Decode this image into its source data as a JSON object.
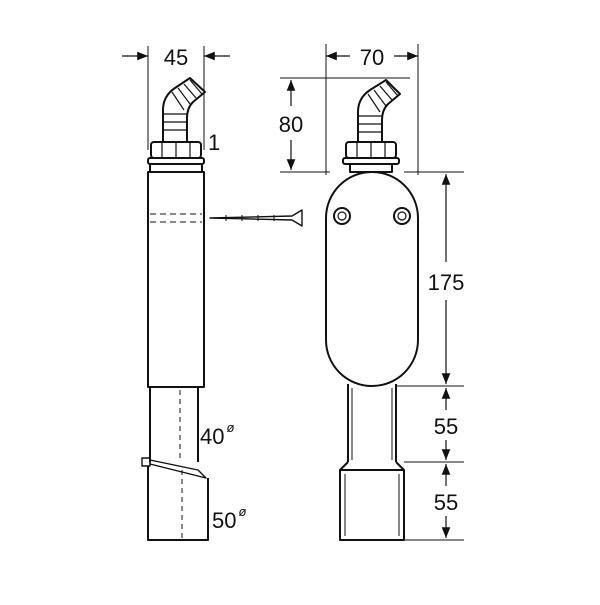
{
  "colors": {
    "line": "#111111",
    "fill": "#ffffff"
  },
  "side_view": {
    "width_label": "45",
    "part_number": "1",
    "pipe_upper_label": "40",
    "pipe_lower_label": "50",
    "diameter_symbol": "ø"
  },
  "front_view": {
    "width_label": "70",
    "height_top_label": "80",
    "body_height_label": "175",
    "pipe_upper_height_label": "55",
    "pipe_lower_height_label": "55"
  }
}
